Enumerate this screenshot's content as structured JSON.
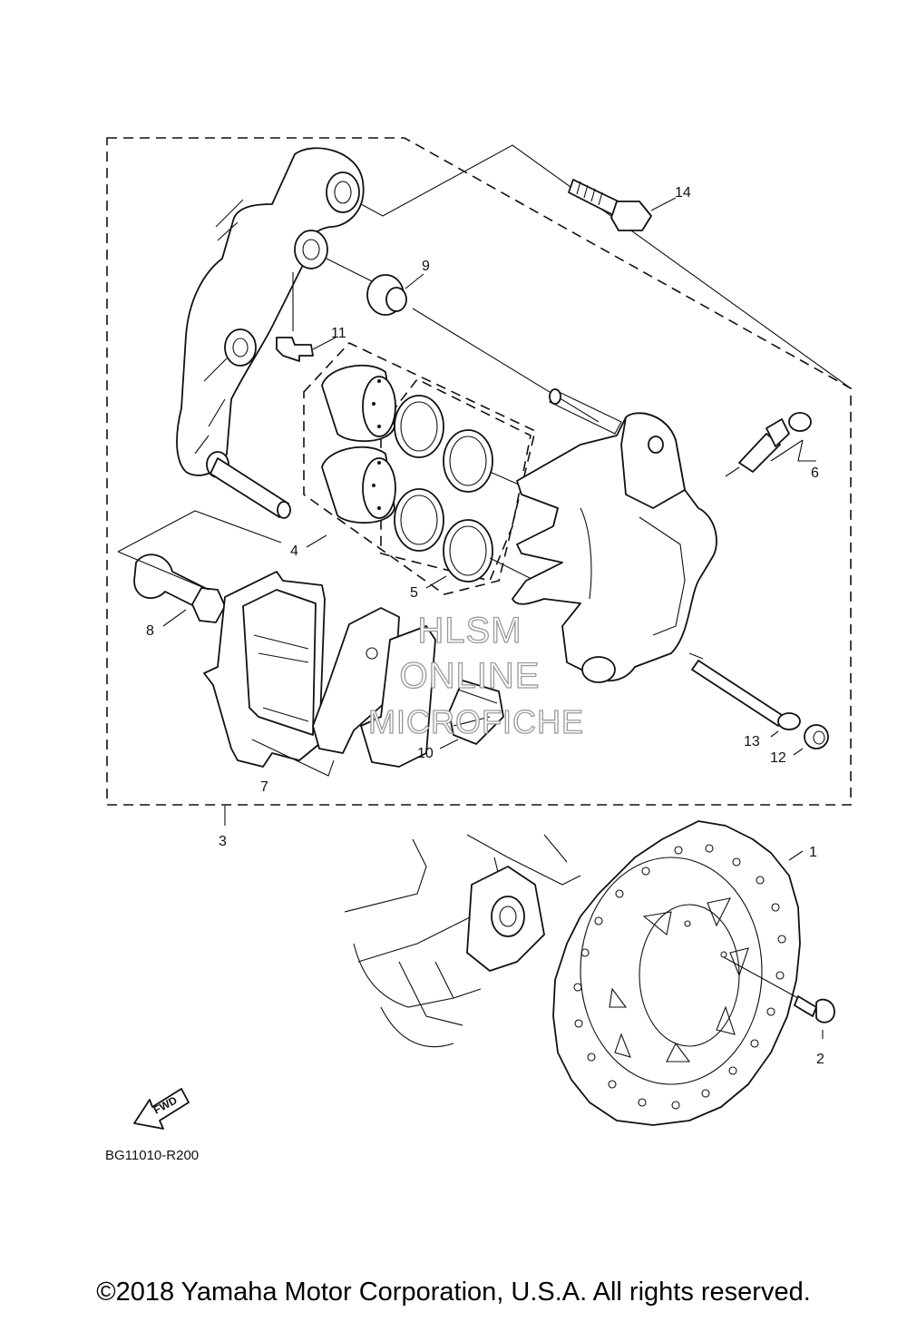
{
  "diagram": {
    "callouts": [
      {
        "id": "1",
        "text": "1"
      },
      {
        "id": "2",
        "text": "2"
      },
      {
        "id": "3",
        "text": "3"
      },
      {
        "id": "4",
        "text": "4"
      },
      {
        "id": "5",
        "text": "5"
      },
      {
        "id": "6",
        "text": "6"
      },
      {
        "id": "7",
        "text": "7"
      },
      {
        "id": "8",
        "text": "8"
      },
      {
        "id": "9",
        "text": "9"
      },
      {
        "id": "10",
        "text": "10"
      },
      {
        "id": "11",
        "text": "11"
      },
      {
        "id": "12",
        "text": "12"
      },
      {
        "id": "13",
        "text": "13"
      },
      {
        "id": "14",
        "text": "14"
      }
    ],
    "figure_code": "BG11010-R200",
    "fwd_label": "FWD",
    "watermark": [
      "HLSM",
      "ONLINE",
      "MICROFICHE"
    ]
  },
  "footer": {
    "copyright": "©2018 Yamaha Motor Corporation, U.S.A. All rights reserved."
  },
  "colors": {
    "line": "#111111",
    "watermark": "#9a9a9a",
    "background": "#ffffff"
  }
}
